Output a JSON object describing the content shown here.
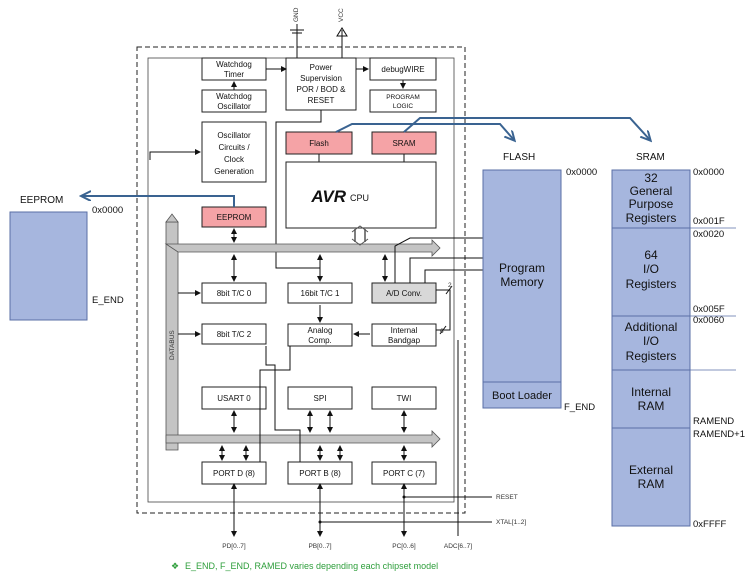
{
  "power": {
    "gnd": "GND",
    "vcc": "VCC"
  },
  "blocks": {
    "watchdog_timer": [
      "Watchdog",
      "Timer"
    ],
    "power_supervision": [
      "Power",
      "Supervision",
      "POR / BOD &",
      "RESET"
    ],
    "debugwire": "debugWIRE",
    "program_logic": [
      "PROGRAM",
      "LOGIC"
    ],
    "watchdog_oscillator": [
      "Watchdog",
      "Oscillator"
    ],
    "oscillator_circuits": [
      "Oscillator",
      "Circuits /",
      "Clock",
      "Generation"
    ],
    "flash": "Flash",
    "sram": "SRAM",
    "cpu_logo": "AVR",
    "cpu_label": "CPU",
    "eeprom": "EEPROM",
    "tc0": "8bit T/C 0",
    "tc1": "16bit T/C 1",
    "adc": "A/D Conv.",
    "tc2": "8bit T/C 2",
    "analog_comp": [
      "Analog",
      "Comp."
    ],
    "internal_bandgap": [
      "Internal",
      "Bandgap"
    ],
    "usart0": "USART 0",
    "spi": "SPI",
    "twi": "TWI",
    "port_d": "PORT D (8)",
    "port_b": "PORT B (8)",
    "port_c": "PORT C (7)",
    "databus": "DATABUS",
    "adc_bus_2": "2",
    "adc_bus_6": "6"
  },
  "pins": {
    "reset": "RESET",
    "xtal": "XTAL[1..2]",
    "pd": "PD[0..7]",
    "pb": "PB[0..7]",
    "pc": "PC[0..6]",
    "adc": "ADC[6..7]"
  },
  "eeprom_mem": {
    "title": "EEPROM",
    "start": "0x0000",
    "end": "E_END"
  },
  "flash_mem": {
    "title": "FLASH",
    "start": "0x0000",
    "program_memory": [
      "Program",
      "Memory"
    ],
    "boot_loader": "Boot Loader",
    "end": "F_END"
  },
  "sram_mem": {
    "title": "SRAM",
    "sections": [
      {
        "lines": [
          "32",
          "General",
          "Purpose",
          "Registers"
        ],
        "start": "0x0000",
        "end": "0x001F"
      },
      {
        "lines": [
          "64",
          "I/O",
          "Registers"
        ],
        "start": "0x0020",
        "end": "0x005F"
      },
      {
        "lines": [
          "Additional",
          "I/O",
          "Registers"
        ],
        "start": "0x0060",
        "end": ""
      },
      {
        "lines": [
          "Internal",
          "RAM"
        ],
        "start": "",
        "end": "RAMEND"
      },
      {
        "lines": [
          "External",
          "RAM"
        ],
        "start": "RAMEND+1",
        "end": "0xFFFF"
      }
    ]
  },
  "footnote": {
    "bullet": "❖",
    "text": "E_END, F_END, RAMED varies depending each chipset model"
  },
  "colors": {
    "memory_fill": "#a6b6de",
    "highlight": "#f5a3a6",
    "arrow": "#3a6391",
    "footnote": "#2e9e3b",
    "bus": "#c4c4c4"
  }
}
